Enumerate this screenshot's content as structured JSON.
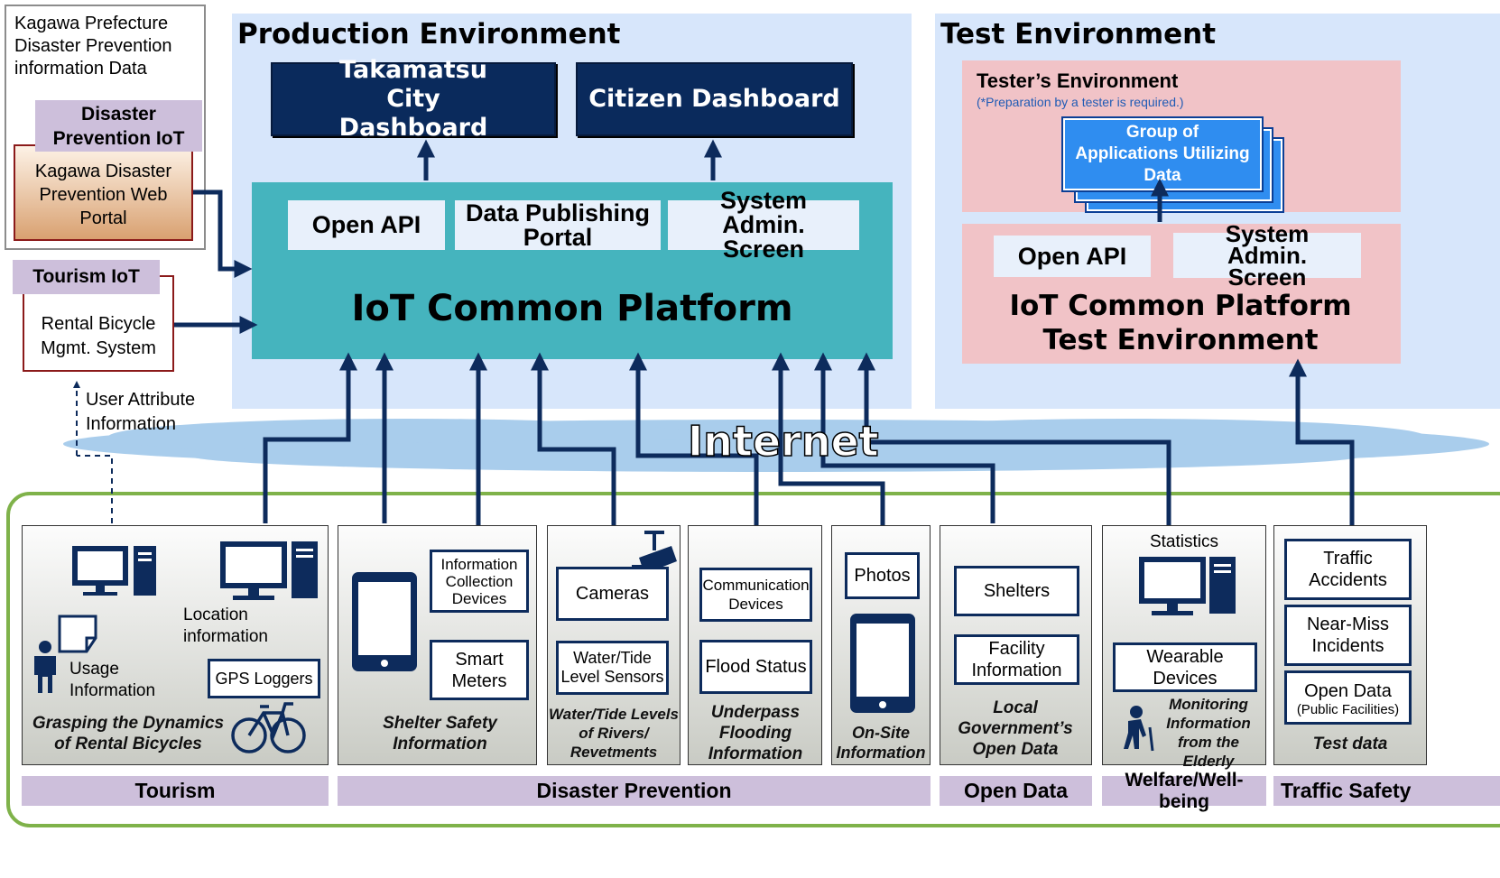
{
  "kagawa": {
    "title": "Kagawa Prefecture Disaster Prevention information Data",
    "iot_label": "Disaster Prevention IoT",
    "portal": "Kagawa Disaster Prevention Web Portal"
  },
  "tourism_iot": {
    "label": "Tourism IoT",
    "system": "Rental Bicycle Mgmt. System",
    "user_attr": "User Attribute Information"
  },
  "production": {
    "title": "Production Environment",
    "dash1": "Takamatsu City Dashboard",
    "dash2": "Citizen Dashboard",
    "open_api": "Open API",
    "portal": "Data Publishing Portal",
    "admin": "System Admin. Screen",
    "platform": "IoT Common Platform"
  },
  "test": {
    "title": "Test Environment",
    "tester_title": "Tester’s Environment",
    "tester_note": "(*Preparation by a tester is required.)",
    "apps": "Group of Applications Utilizing Data",
    "open_api": "Open API",
    "admin": "System Admin. Screen",
    "platform": "IoT Common Platform Test Environment"
  },
  "internet": "Internet",
  "tourism_panel": {
    "location": "Location information",
    "usage": "Usage Information",
    "gps": "GPS Loggers",
    "caption": "Grasping the Dynamics of Rental Bicycles"
  },
  "shelter_panel": {
    "info": "Information Collection Devices",
    "meters": "Smart Meters",
    "caption": "Shelter Safety Information"
  },
  "water_panel": {
    "cameras": "Cameras",
    "sensors": "Water/Tide Level Sensors",
    "caption": "Water/Tide Levels of Rivers/ Revetments"
  },
  "underpass_panel": {
    "comm": "Communication Devices",
    "flood": "Flood Status",
    "caption": "Underpass Flooding Information"
  },
  "onsite_panel": {
    "photos": "Photos",
    "caption": "On-Site Information"
  },
  "opendata_panel": {
    "shelters": "Shelters",
    "facility": "Facility Information",
    "caption": "Local Government’s Open Data"
  },
  "welfare_panel": {
    "stats": "Statistics",
    "wearable": "Wearable Devices",
    "caption": "Monitoring Information from the Elderly"
  },
  "traffic_panel": {
    "accidents": "Traffic Accidents",
    "nearmiss": "Near-Miss Incidents",
    "opendata": "Open Data",
    "opendata_sub": "(Public Facilities)",
    "caption": "Test data"
  },
  "categories": {
    "tourism": "Tourism",
    "disaster": "Disaster Prevention",
    "opendata": "Open Data",
    "welfare": "Welfare/Well-being",
    "traffic": "Traffic Safety"
  }
}
